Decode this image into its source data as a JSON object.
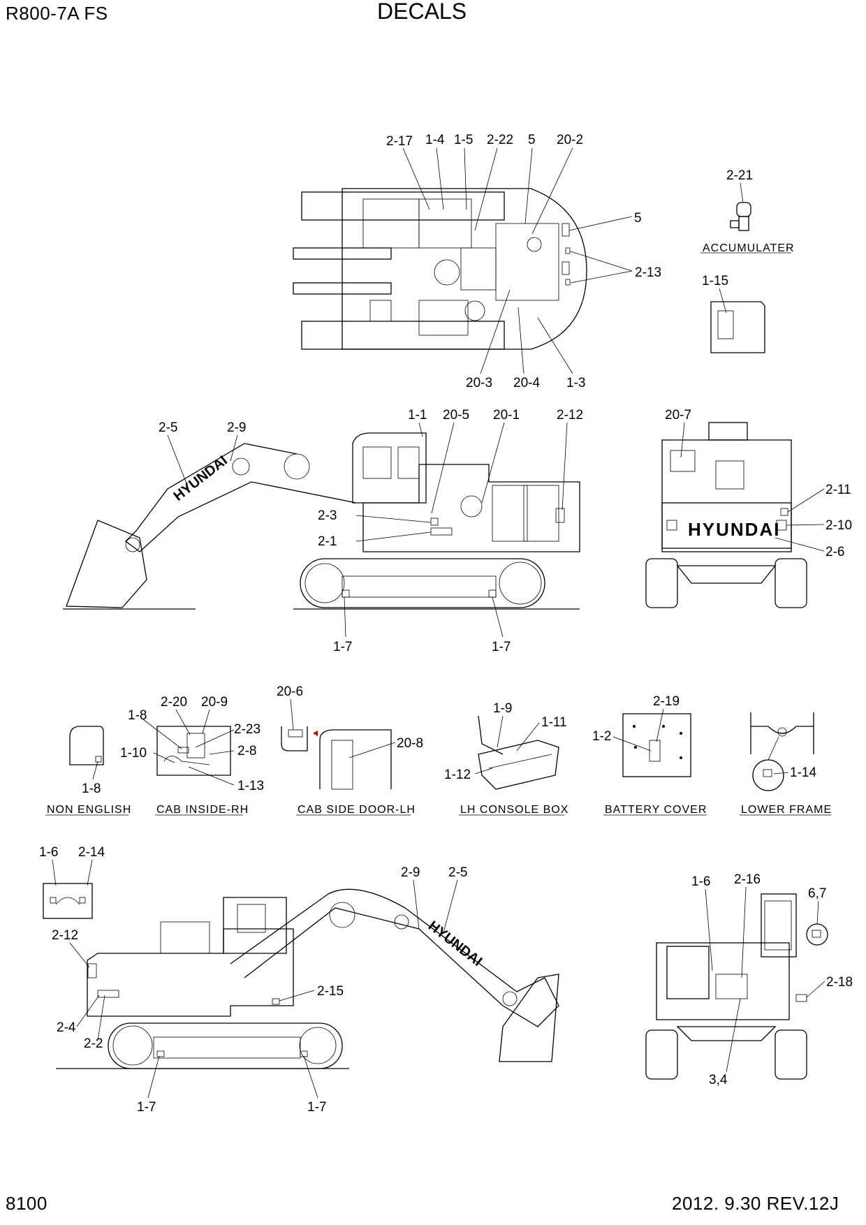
{
  "header": {
    "model": "R800-7A  FS",
    "title": "DECALS",
    "page_number": "8100",
    "revision": "2012. 9.30  REV.12J"
  },
  "views": {
    "top_view": {
      "callouts": [
        "2-17",
        "1-4",
        "1-5",
        "2-22",
        "5",
        "20-2",
        "5",
        "2-13",
        "20-3",
        "20-4",
        "1-3"
      ]
    },
    "accumulator": {
      "callout": "2-21",
      "caption": "ACCUMULATER"
    },
    "panel_1_15": {
      "callout": "1-15"
    },
    "side_view_rh": {
      "callouts": [
        "2-5",
        "2-9",
        "1-1",
        "20-5",
        "20-1",
        "2-12",
        "2-3",
        "2-1",
        "1-7",
        "1-7"
      ],
      "boom_text": "HYUNDAI"
    },
    "rear_view": {
      "callouts": [
        "20-7",
        "2-11",
        "2-10",
        "2-6"
      ],
      "brand_text": "HYUNDAI"
    },
    "details": [
      {
        "caption": "NON ENGLISH",
        "callouts": [
          "1-8"
        ]
      },
      {
        "caption": "CAB INSIDE-RH",
        "callouts": [
          "1-8",
          "2-20",
          "20-9",
          "2-23",
          "2-8",
          "1-10",
          "1-13"
        ]
      },
      {
        "caption": "CAB SIDE DOOR-LH",
        "callouts": [
          "20-6",
          "20-8"
        ]
      },
      {
        "caption": "LH CONSOLE BOX",
        "callouts": [
          "1-9",
          "1-11",
          "1-12"
        ]
      },
      {
        "caption": "BATTERY COVER",
        "callouts": [
          "2-19",
          "1-2"
        ]
      },
      {
        "caption": "LOWER FRAME",
        "callouts": [
          "1-14"
        ]
      }
    ],
    "side_view_lh": {
      "callouts": [
        "1-6",
        "2-14",
        "2-12",
        "2-4",
        "2-2",
        "2-15",
        "2-9",
        "2-5",
        "1-7",
        "1-7"
      ],
      "boom_text": "HYUNDAI"
    },
    "front_view": {
      "callouts": [
        "1-6",
        "2-16",
        "6,7",
        "2-18",
        "3,4"
      ]
    }
  }
}
